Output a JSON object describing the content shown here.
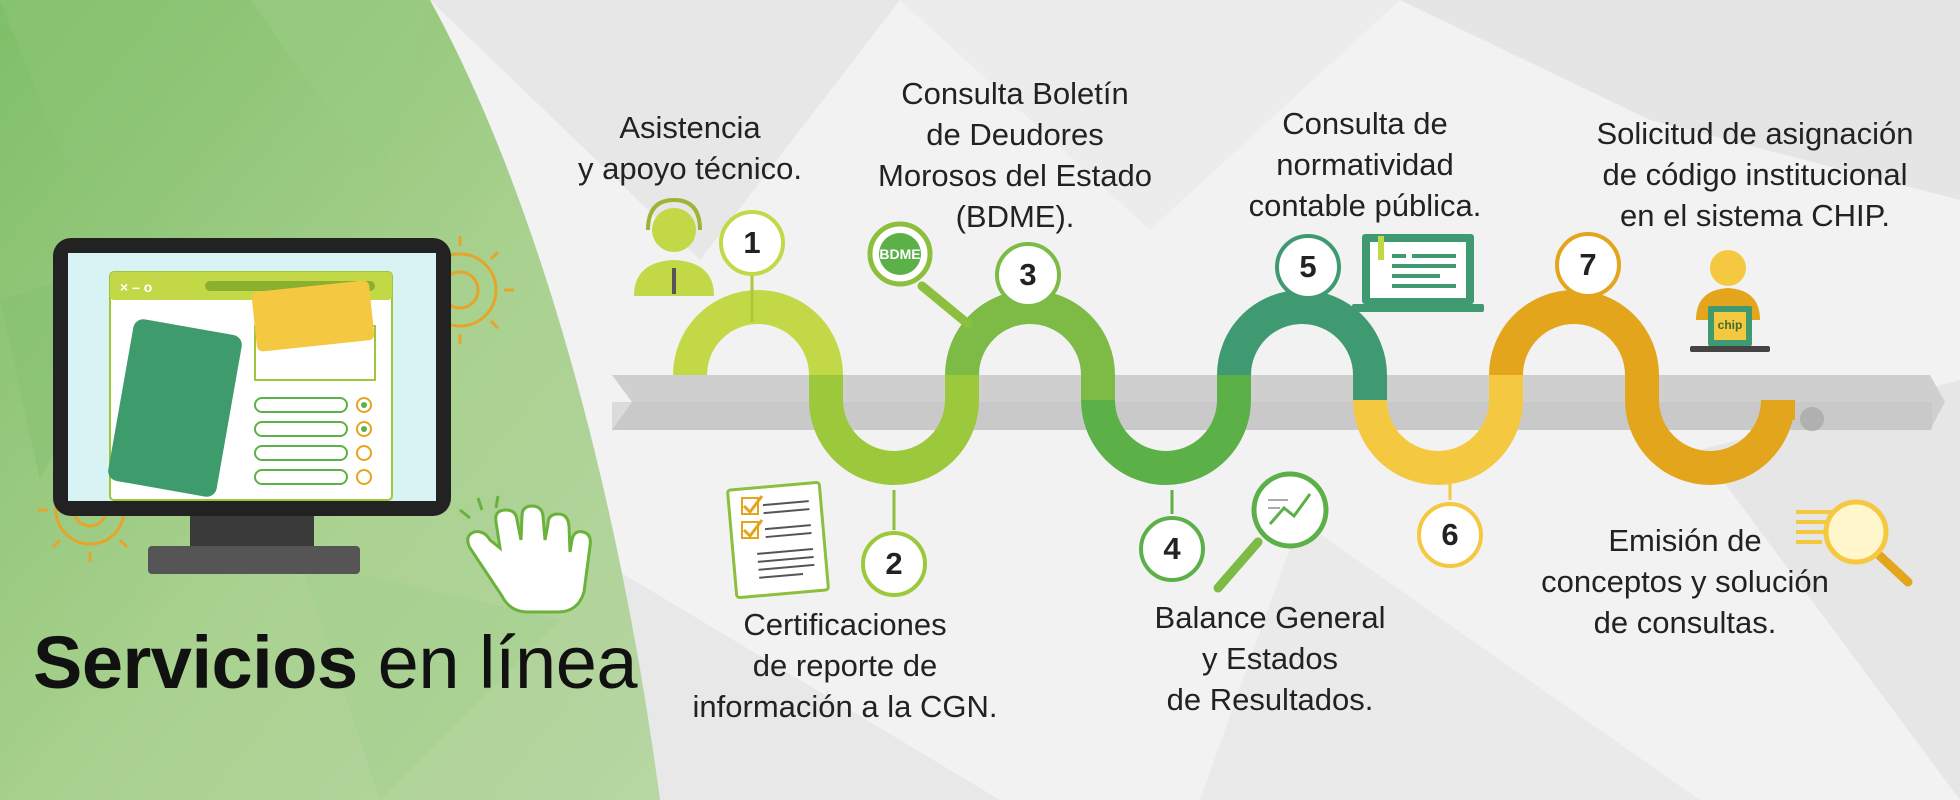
{
  "title": {
    "bold": "Servicios",
    "normal": " en línea"
  },
  "steps": [
    {
      "number": "1",
      "lines": [
        "Asistencia",
        "y apoyo técnico."
      ]
    },
    {
      "number": "2",
      "lines": [
        "Certificaciones",
        "de reporte de",
        "información a la CGN."
      ]
    },
    {
      "number": "3",
      "lines": [
        "Consulta Boletín",
        "de Deudores",
        "Morosos del  Estado",
        "(BDME)."
      ]
    },
    {
      "number": "4",
      "lines": [
        "Balance General",
        "y Estados",
        "de Resultados."
      ]
    },
    {
      "number": "5",
      "lines": [
        "Consulta de",
        "normatividad",
        "contable pública."
      ]
    },
    {
      "number": "6",
      "lines": [
        "Emisión de",
        "conceptos y solución",
        "de consultas."
      ]
    },
    {
      "number": "7",
      "lines": [
        "Solicitud de asignación",
        "de código institucional",
        "en el sistema CHIP."
      ]
    }
  ],
  "icons": {
    "bdme_badge": "BDME",
    "chip_badge": "chip"
  },
  "colors": {
    "lime": "#c3d846",
    "light_green": "#9cc83c",
    "green": "#5cb048",
    "teal": "#3f9a72",
    "yellow": "#f5c842",
    "amber": "#e3a51c",
    "monitor_card": "#3e9b6c",
    "arrow": "#cfcfcf"
  }
}
